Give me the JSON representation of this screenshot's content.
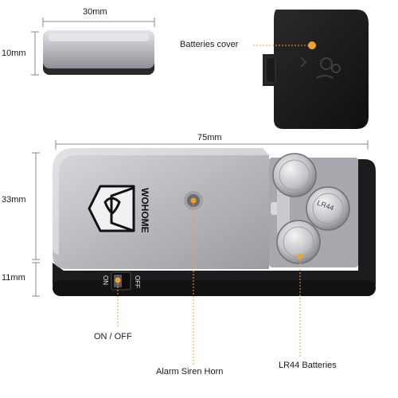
{
  "dimensions": {
    "sensor_width": "30mm",
    "sensor_height": "10mm",
    "body_length": "75mm",
    "body_width": "33mm",
    "body_depth": "11mm"
  },
  "callouts": {
    "batteries_cover": "Batteries cover",
    "on_off": "ON / OFF",
    "alarm_siren_horn": "Alarm Siren Horn",
    "lr44_batteries": "LR44 Batteries"
  },
  "device": {
    "brand": "WOHOME",
    "switch_on": "ON",
    "switch_off": "OFF",
    "battery_label": "LR44"
  },
  "colors": {
    "callout_dot": "#f0a030",
    "silver_body": "#b9bbbf",
    "black_case": "#1c1c1e"
  }
}
